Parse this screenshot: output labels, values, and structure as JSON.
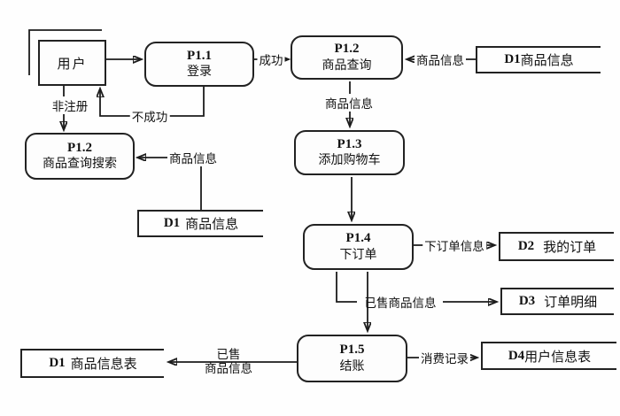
{
  "diagram_type": "data-flow-diagram",
  "nodes": {
    "user": {
      "type": "external_entity",
      "label": "用户"
    },
    "p11": {
      "type": "process",
      "id": "P1.1",
      "label": "登录"
    },
    "p12_query": {
      "type": "process",
      "id": "P1.2",
      "label": "商品查询"
    },
    "p12_search": {
      "type": "process",
      "id": "P1.2",
      "label": "商品查询搜索"
    },
    "p13": {
      "type": "process",
      "id": "P1.3",
      "label": "添加购物车"
    },
    "p14": {
      "type": "process",
      "id": "P1.4",
      "label": "下订单"
    },
    "p15": {
      "type": "process",
      "id": "P1.5",
      "label": "结账"
    },
    "d1_top": {
      "type": "datastore",
      "id": "D1",
      "name": "商品信息"
    },
    "d1_mid": {
      "type": "datastore",
      "id": "D1",
      "name": "商品信息"
    },
    "d1_bottom": {
      "type": "datastore",
      "id": "D1",
      "name": "商品信息表"
    },
    "d2": {
      "type": "datastore",
      "id": "D2",
      "name": "我的订单"
    },
    "d3": {
      "type": "datastore",
      "id": "D3",
      "name": "订单明细"
    },
    "d4": {
      "type": "datastore",
      "id": "D4",
      "name": "用户信息表"
    }
  },
  "edges": [
    {
      "from": "user",
      "to": "p11",
      "label": ""
    },
    {
      "from": "p11",
      "to": "p12_query",
      "label": "成功"
    },
    {
      "from": "p11",
      "to": "user",
      "label": "不成功"
    },
    {
      "from": "user",
      "to": "p12_search",
      "label": "非注册"
    },
    {
      "from": "d1_mid",
      "to": "p12_search",
      "label": "商品信息"
    },
    {
      "from": "d1_top",
      "to": "p12_query",
      "label": "商品信息"
    },
    {
      "from": "p12_query",
      "to": "p13",
      "label": "商品信息"
    },
    {
      "from": "p13",
      "to": "p14",
      "label": ""
    },
    {
      "from": "p14",
      "to": "d2",
      "label": "下订单信息"
    },
    {
      "from": "p14",
      "to": "d3",
      "label": "已售商品信息"
    },
    {
      "from": "p14",
      "to": "p15",
      "label": ""
    },
    {
      "from": "p15",
      "to": "d1_bottom",
      "label": "已售商品信息",
      "label_lines": [
        "已售",
        "商品信息"
      ]
    },
    {
      "from": "p15",
      "to": "d4",
      "label": "消费记录"
    }
  ],
  "colors": {
    "line": "#1c1c1c",
    "background": "#fefefe",
    "text": "#111111"
  }
}
